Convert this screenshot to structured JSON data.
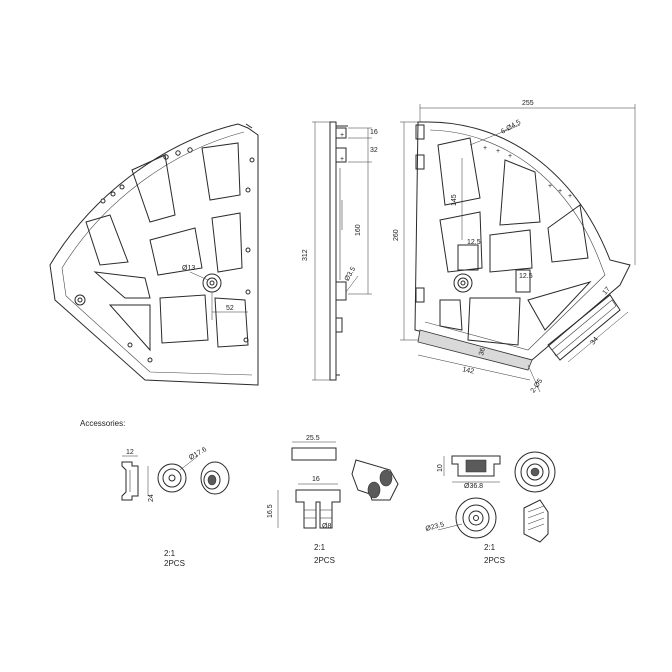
{
  "drawing": {
    "front_view": {
      "dim_diameter_hole": "Ø13",
      "dim_offset": "52"
    },
    "side_view": {
      "dim_top": "16",
      "dim_second": "32",
      "dim_middle": "160",
      "dim_total": "312",
      "dim_hole": "Ø3.5"
    },
    "back_view": {
      "dim_width": "255",
      "dim_height": "260",
      "dim_holes": "6-Ø4.5",
      "dim_145": "145",
      "dim_12_5_a": "12.5",
      "dim_12_5_b": "12.5",
      "dim_142": "142",
      "dim_36": "36",
      "dim_34": "34",
      "dim_17": "17",
      "dim_25": "2-Ø5"
    }
  },
  "accessories": {
    "heading": "Accessories:",
    "items": [
      {
        "dims": [
          "12",
          "24",
          "Ø17.6"
        ],
        "scale": "2:1",
        "qty": "2PCS"
      },
      {
        "dims": [
          "25.5",
          "16",
          "16.5",
          "Ø8"
        ],
        "scale": "2:1",
        "qty": "2PCS"
      },
      {
        "dims": [
          "10",
          "Ø36.8",
          "Ø23.5"
        ],
        "scale": "2:1",
        "qty": "2PCS"
      }
    ]
  }
}
